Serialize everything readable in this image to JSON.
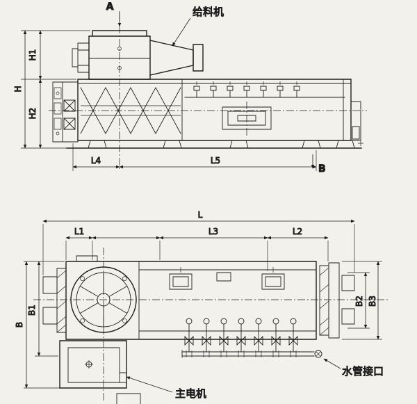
{
  "drawing": {
    "background": "#f2f1ec",
    "line_color": "#1f1f1f",
    "top_view": {
      "section_a": "A",
      "section_b": "B",
      "feeder_callout": "给料机",
      "dim_h": "H",
      "dim_h1": "H1",
      "dim_h2": "H2",
      "dim_l4": "L4",
      "dim_l5": "L5"
    },
    "bottom_view": {
      "dim_l": "L",
      "dim_l1": "L1",
      "dim_l3": "L3",
      "dim_l2": "L2",
      "dim_b": "B",
      "dim_b1": "B1",
      "dim_b2": "B2",
      "dim_b3": "B3",
      "motor_callout": "主电机",
      "water_pipe_callout": "水管接口"
    }
  }
}
